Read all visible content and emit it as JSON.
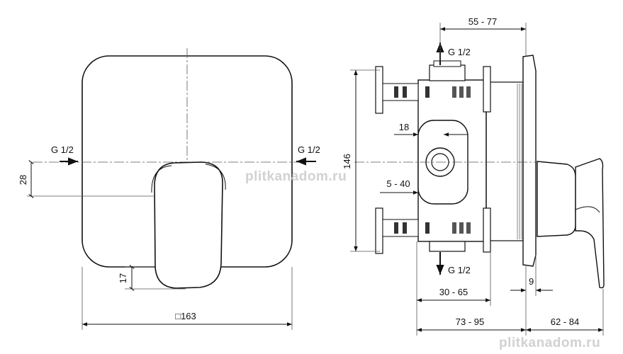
{
  "watermark": "plitkanadom.ru",
  "front_view": {
    "g_left": "G 1/2",
    "g_right": "G 1/2",
    "dim_28": "28",
    "dim_17": "17",
    "dim_width": "□163"
  },
  "side_view": {
    "dim_55_77": "55 - 77",
    "g_top": "G 1/2",
    "g_bottom": "G 1/2",
    "dim_146": "146",
    "dim_18": "18",
    "dim_5_40": "5 - 40",
    "dim_30_65": "30 - 65",
    "dim_9": "9",
    "dim_73_95": "73 - 95",
    "dim_62_84": "62 - 84"
  }
}
